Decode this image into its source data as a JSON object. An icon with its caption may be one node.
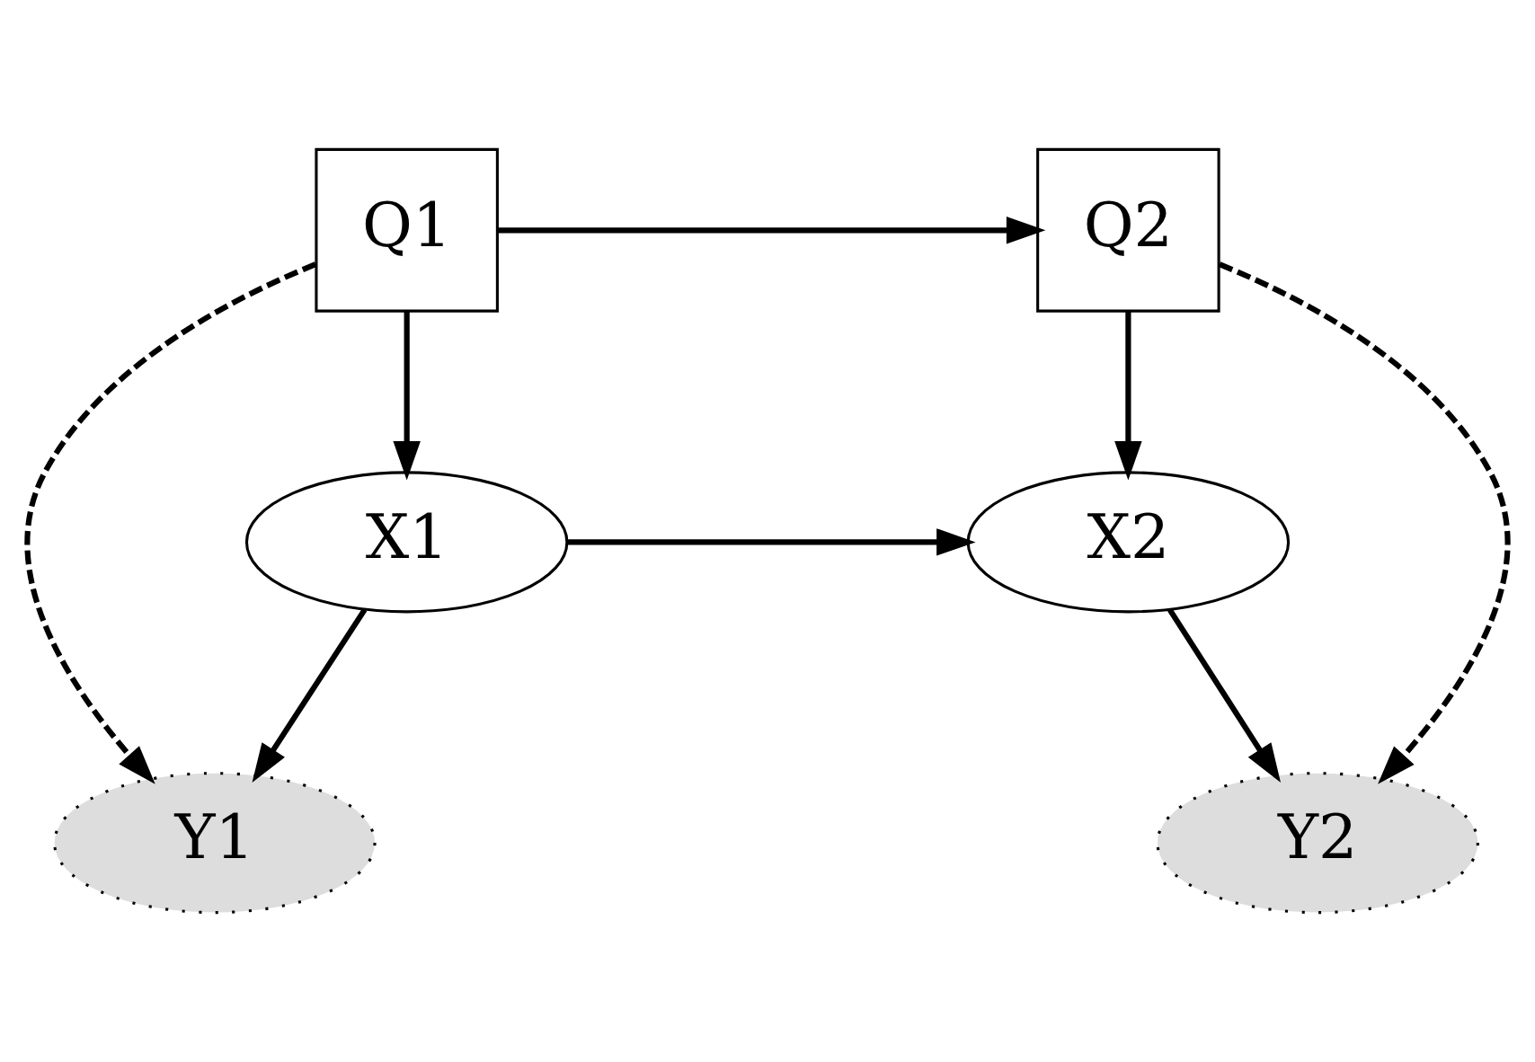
{
  "diagram": {
    "nodes": [
      {
        "text": [
          "Q1"
        ]
      },
      {
        "text": [
          "Q2"
        ]
      },
      {
        "text": [
          "X1"
        ]
      },
      {
        "text": [
          "X2"
        ]
      },
      {
        "text": [
          "Y1"
        ]
      },
      {
        "text": [
          "Y2"
        ]
      }
    ],
    "edges": [
      {
        "from": 0,
        "to": 1,
        "arrow": "to"
      },
      {
        "from": 0,
        "to": 2,
        "arrow": "to"
      },
      {
        "from": 1,
        "to": 3,
        "arrow": "to"
      },
      {
        "from": 2,
        "to": 3,
        "arrow": "to"
      },
      {
        "from": 2,
        "to": 4,
        "arrow": "to"
      },
      {
        "from": 3,
        "to": 5,
        "arrow": "to"
      },
      {
        "from": 0,
        "to": 4,
        "arrow": "to",
        "style": "dashed"
      },
      {
        "from": 1,
        "to": 5,
        "arrow": "to",
        "style": "dashed"
      }
    ]
  }
}
